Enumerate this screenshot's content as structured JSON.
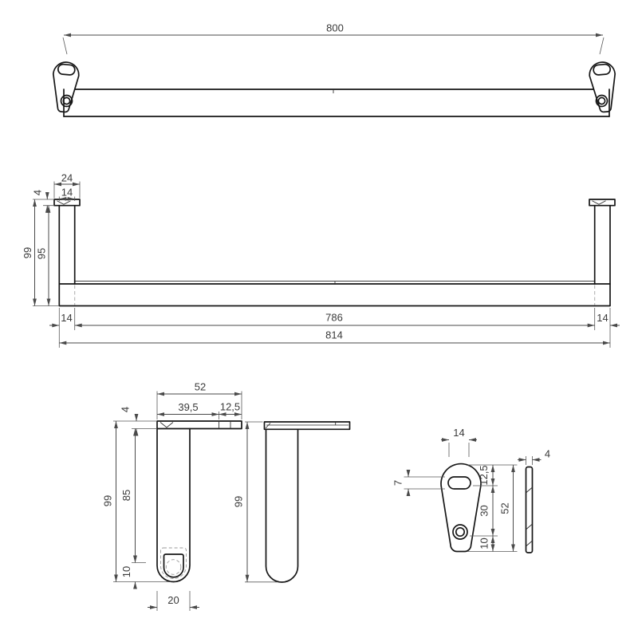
{
  "meta": {
    "title": "Dimensioned technical drawing of rail with hanger tabs and legs"
  },
  "colors": {
    "background": "#ffffff",
    "outline": "#161616",
    "dimension": "#4a4a4a",
    "text": "#3a3a3a",
    "hidden_line": "#adadad"
  },
  "views": {
    "top": {
      "name": "top-view",
      "dims": {
        "length": "800"
      }
    },
    "front": {
      "name": "front-view",
      "dims": {
        "cap_width": "24",
        "leg_width": "14",
        "cap_height": "4",
        "total_height": "99",
        "leg_height": "95",
        "left_end_offset": "14",
        "inner_span": "786",
        "right_end_offset": "14",
        "overall_length": "814"
      }
    },
    "leg_side": {
      "name": "leg-side-view",
      "dims": {
        "flange_length": "52",
        "flange_front_length": "39,5",
        "flange_rear_length": "12,5",
        "flange_thickness": "4",
        "total_height": "99",
        "body_height": "85",
        "foot_height": "10",
        "foot_width": "20"
      }
    },
    "leg_front": {
      "name": "leg-front-view",
      "dims": {
        "total_height": "99"
      }
    },
    "tab_detail": {
      "name": "hanger-tab-detail",
      "dims": {
        "slot_width": "14",
        "slot_height": "7",
        "top_to_slot": "12,5",
        "slot_to_hole": "30",
        "hole_to_bottom": "10",
        "total_height": "52",
        "thickness": "4"
      }
    }
  }
}
